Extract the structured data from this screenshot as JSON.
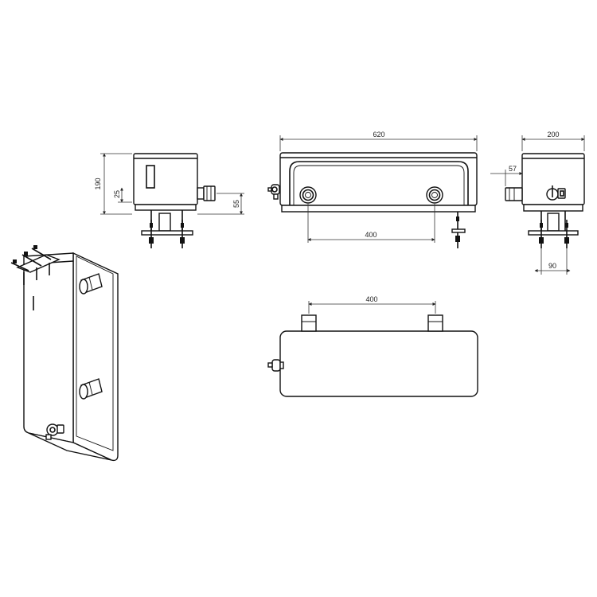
{
  "dimensions": {
    "side_height": "190",
    "side_inlet_height": "25",
    "side_outlet_height": "55",
    "front_length": "620",
    "front_spigot_spacing": "400",
    "right_width": "200",
    "right_offset": "57",
    "right_foot_spacing": "90",
    "top_spigot_spacing": "400"
  }
}
